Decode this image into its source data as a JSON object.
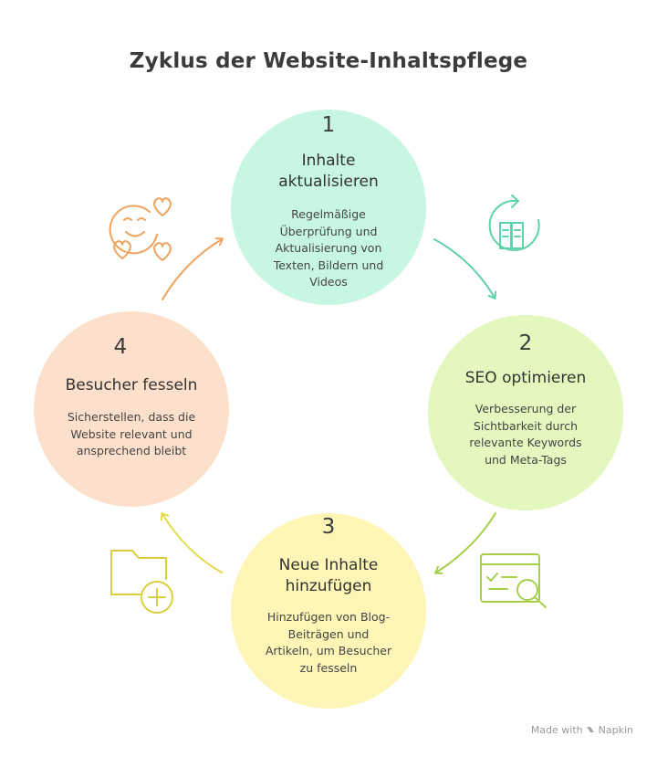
{
  "title": "Zyklus der Website-Inhaltspflege",
  "steps": [
    {
      "number": "1",
      "heading_lines": [
        "Inhalte",
        "aktualisieren"
      ],
      "desc_lines": [
        "Regelmäßige",
        "Überprüfung und",
        "Aktualisierung von",
        "Texten, Bildern und",
        "Videos"
      ]
    },
    {
      "number": "2",
      "heading_lines": [
        "SEO optimieren"
      ],
      "desc_lines": [
        "Verbesserung der",
        "Sichtbarkeit durch",
        "relevante Keywords",
        "und Meta-Tags"
      ]
    },
    {
      "number": "3",
      "heading_lines": [
        "Neue Inhalte",
        "hinzufügen"
      ],
      "desc_lines": [
        "Hinzufügen von Blog-",
        "Beiträgen und",
        "Artikeln, um Besucher",
        "zu fesseln"
      ]
    },
    {
      "number": "4",
      "heading_lines": [
        "Besucher fesseln"
      ],
      "desc_lines": [
        "Sicherstellen, dass die",
        "Website relevant und",
        "ansprechend bleibt"
      ]
    }
  ],
  "icons": {
    "step1": "refresh-document-icon",
    "step2": "search-checklist-icon",
    "step3": "folder-add-icon",
    "step4": "smiley-hearts-icon"
  },
  "colors": {
    "step1": "#c7f6e2",
    "step2": "#e3f7be",
    "step3": "#fdf6b6",
    "step4": "#fde0cb",
    "arrow1": "#5fd3a6",
    "arrow2": "#a7cf4a",
    "arrow3": "#e3db4a",
    "arrow4": "#eea35f"
  },
  "watermark": {
    "made_with": "Made with",
    "brand": "Napkin"
  }
}
